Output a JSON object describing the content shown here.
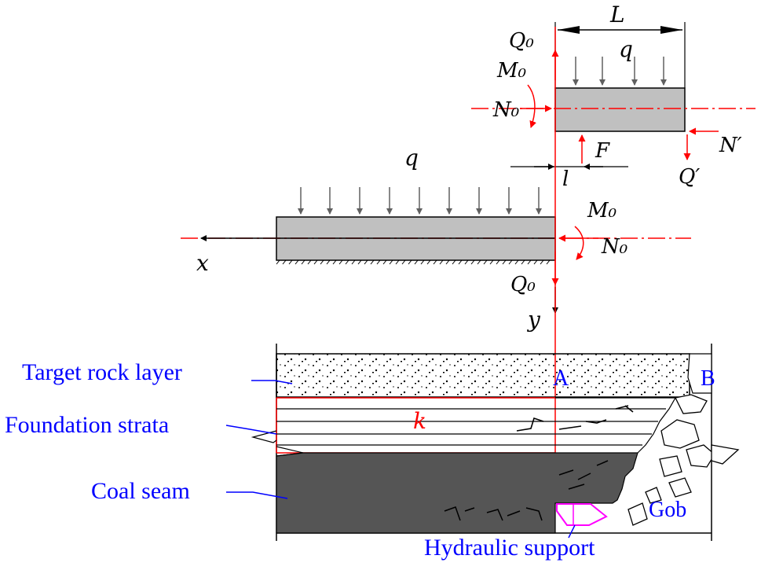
{
  "symbols": {
    "L": "L",
    "q_top": "q",
    "Q0_top": "Q₀",
    "M0_top": "M₀",
    "N0_top": "N₀",
    "N_prime": "N′",
    "Q_prime": "Q′",
    "F": "F",
    "l": "l",
    "q_left": "q",
    "M0_mid": "M₀",
    "N0_mid": "N₀",
    "Q0_mid": "Q₀",
    "x": "x",
    "y": "y",
    "k": "k"
  },
  "labels": {
    "target_rock_layer": "Target rock layer",
    "foundation_strata": "Foundation strata",
    "coal_seam": "Coal seam",
    "gob": "Gob",
    "hydraulic_support": "Hydraulic support",
    "point_a": "A",
    "point_b": "B"
  },
  "colors": {
    "axis_red": "#ff0000",
    "label_blue": "#0000ff",
    "support_magenta": "#ff00ff",
    "beam_gray": "#c0c0c0",
    "coal_dark": "#555555",
    "arrow_gray": "#606060"
  }
}
